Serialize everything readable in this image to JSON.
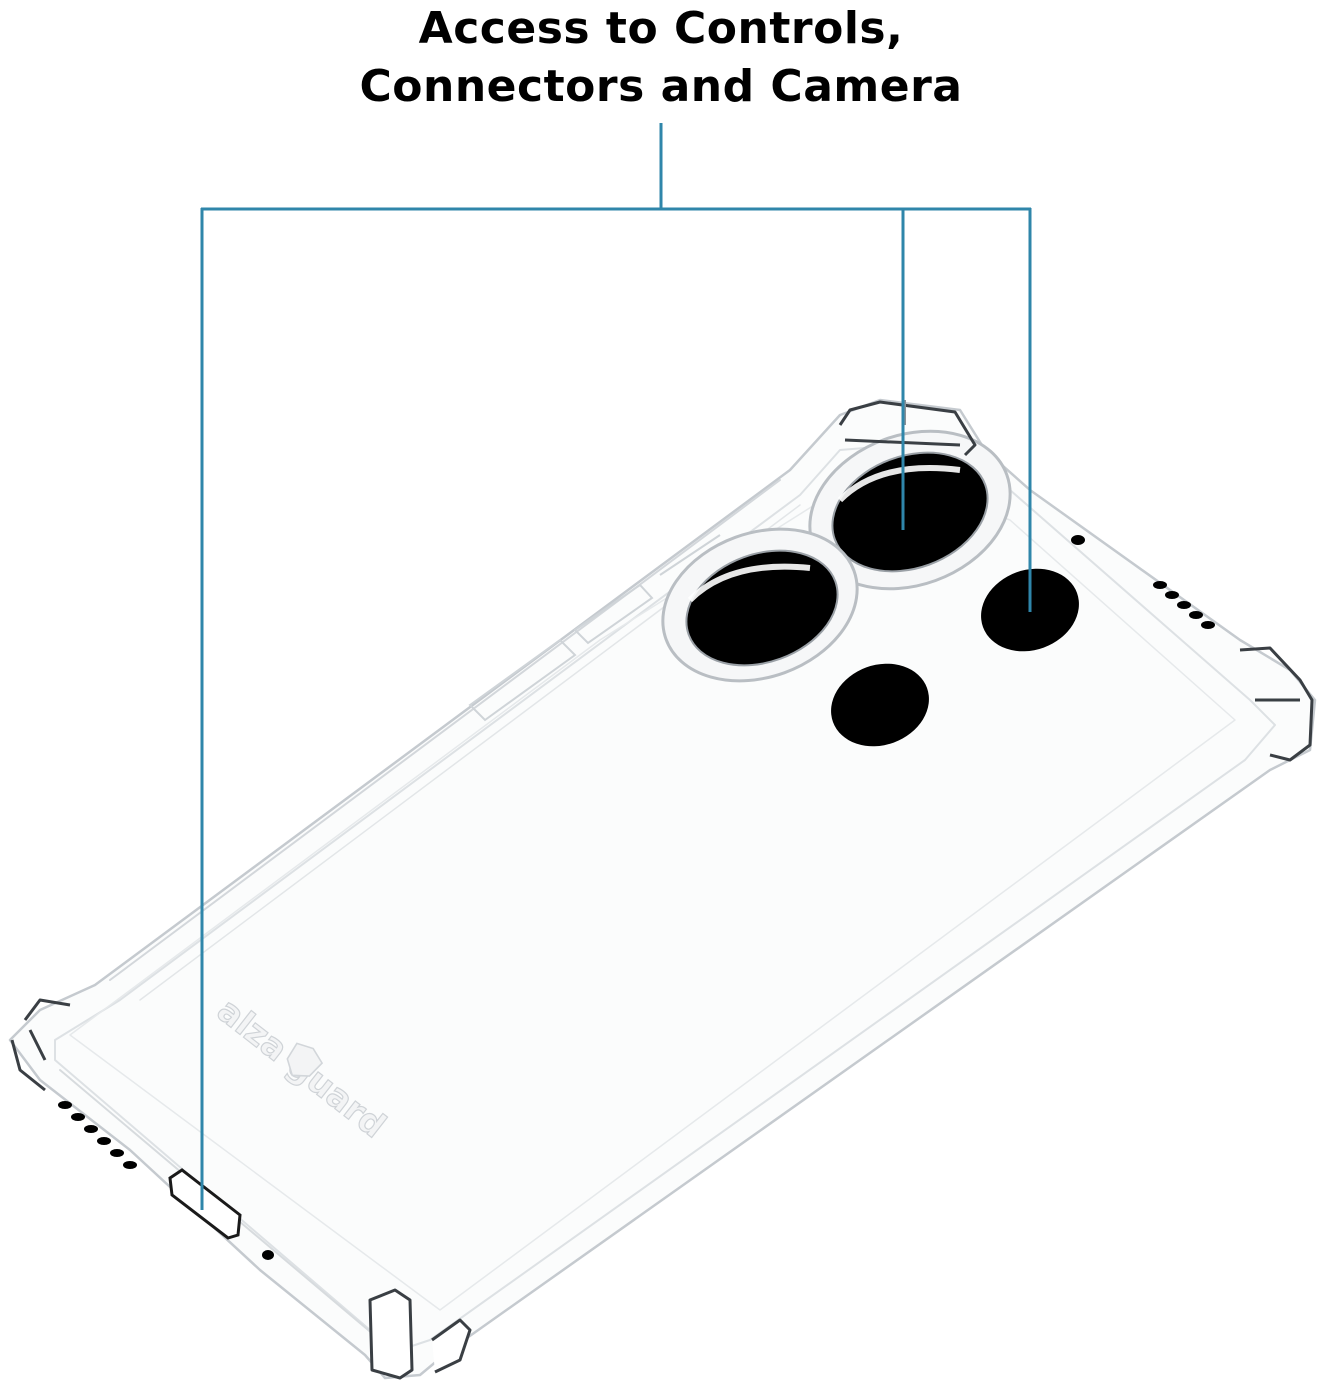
{
  "headline": {
    "line1": "Access to Controls,",
    "line2": "Connectors and Camera"
  },
  "branding": {
    "embossed_logo": "alza guard"
  },
  "colors": {
    "callout_line": "#2f86aa",
    "case_outline": "#c8cdd1",
    "case_shadow": "#8a9096",
    "cutout": "#000000",
    "background": "#ffffff"
  },
  "icons": {
    "logo_mark": "shield-icon"
  }
}
